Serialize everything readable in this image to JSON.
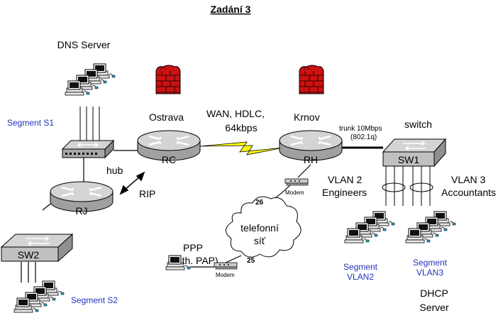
{
  "title": "Zadání 3",
  "labels": {
    "dns_server": "DNS Server",
    "segment_s1": "Segment S1",
    "segment_s2": "Segment S2",
    "hub": "hub",
    "ostrava": "Ostrava",
    "krnov": "Krnov",
    "wan_line1": "WAN, HDLC,",
    "wan_line2": "64kbps",
    "trunk_line1": "trunk  10Mbps",
    "trunk_line2": "(802.1q)",
    "switch": "switch",
    "vlan2_line1": "VLAN 2",
    "vlan2_line2": "Engineers",
    "vlan3_line1": "VLAN 3",
    "vlan3_line2": "Accountants",
    "rip": "RIP",
    "ppp_line1": "PPP",
    "ppp_line2": "(auth. PAP)",
    "cloud_line1": "telefonní",
    "cloud_line2": "síť",
    "port_26": "26",
    "port_25": "25",
    "modem_top": "Modem",
    "modem_bottom": "Modem",
    "seg_vlan2_line1": "Segment",
    "seg_vlan2_line2": "VLAN2",
    "seg_vlan3_line1": "Segment",
    "seg_vlan3_line2": "VLAN3",
    "dhcp_line1": "DHCP",
    "dhcp_line2": "Server"
  },
  "devices": {
    "router_rc": "RC",
    "router_rh": "RH",
    "router_rj": "RJ",
    "switch_sw1": "SW1",
    "switch_sw2": "SW2"
  },
  "colors": {
    "device_fill": "#c8c8c8",
    "device_shade": "#a0a0a0",
    "firewall": "#cc1111",
    "wan_link": "#ffff00",
    "segment_label": "#2233bb"
  }
}
